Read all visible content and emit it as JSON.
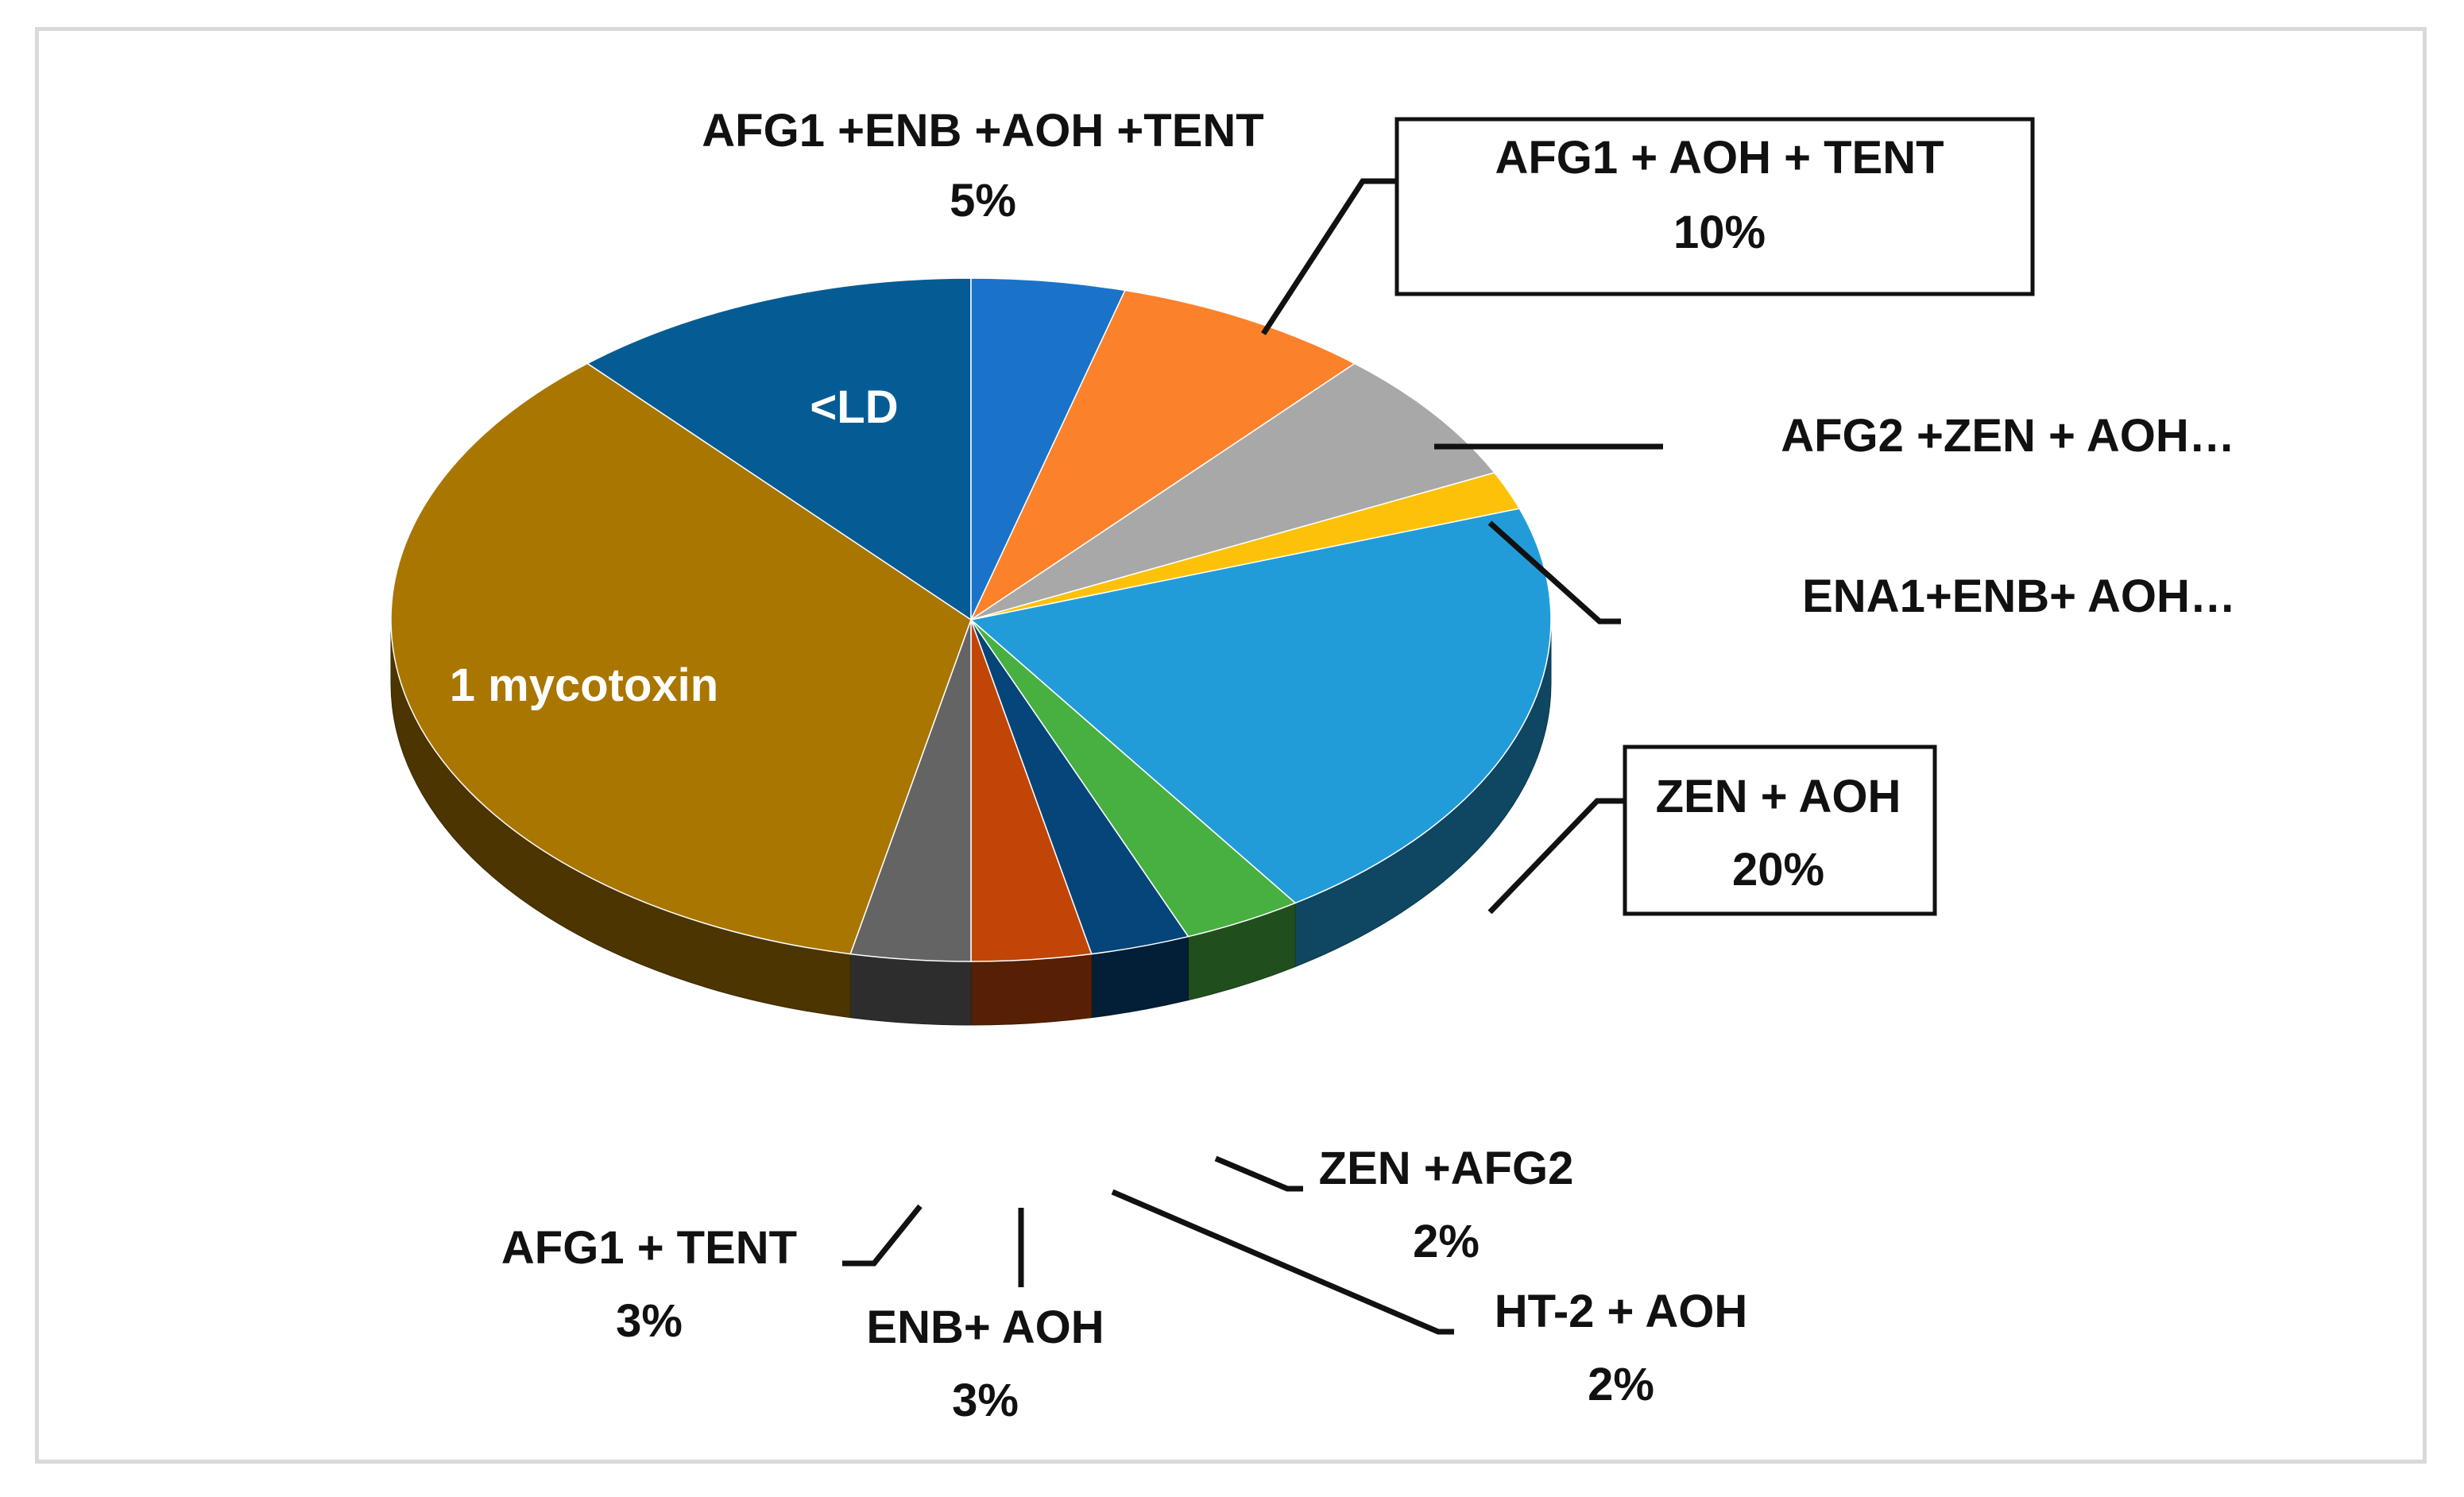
{
  "chart_data": {
    "type": "pie",
    "style": "3d",
    "slices": [
      {
        "label": "<LD",
        "value": null,
        "color": "#055c94",
        "label_text": "<LD",
        "percent_text": ""
      },
      {
        "label": "AFG1 +ENB +AOH +TENT",
        "value": 5,
        "color": "#1b73c9",
        "label_text": "AFG1 +ENB +AOH +TENT",
        "percent_text": "5%"
      },
      {
        "label": "AFG1 + AOH + TENT",
        "value": 10,
        "color": "#fc812b",
        "label_text": "AFG1 + AOH + TENT",
        "percent_text": "10%",
        "boxed": true
      },
      {
        "label": "AFG2 +ZEN + AOH…",
        "value": null,
        "color": "#a8a8a8",
        "label_text": "AFG2 +ZEN + AOH…",
        "percent_text": ""
      },
      {
        "label": "ENA1+ENB+ AOH…",
        "value": null,
        "color": "#fdc10a",
        "label_text": "ENA1+ENB+ AOH…",
        "percent_text": ""
      },
      {
        "label": "ZEN + AOH",
        "value": 20,
        "color": "#229cd8",
        "label_text": "ZEN + AOH",
        "percent_text": "20%",
        "boxed": true
      },
      {
        "label": "ZEN +AFG2",
        "value": 2,
        "color": "#48b041",
        "label_text": "ZEN +AFG2",
        "percent_text": "2%"
      },
      {
        "label": "HT-2 + AOH",
        "value": 2,
        "color": "#05457a",
        "label_text": "HT-2 + AOH",
        "percent_text": "2%"
      },
      {
        "label": "ENB+ AOH",
        "value": 3,
        "color": "#c14506",
        "label_text": "ENB+ AOH",
        "percent_text": "3%"
      },
      {
        "label": "AFG1 + TENT",
        "value": 3,
        "color": "#646464",
        "label_text": "AFG1 + TENT",
        "percent_text": "3%"
      },
      {
        "label": "1 mycotoxin",
        "value": null,
        "color": "#a97600",
        "label_text": "1 mycotoxin",
        "percent_text": ""
      }
    ]
  }
}
